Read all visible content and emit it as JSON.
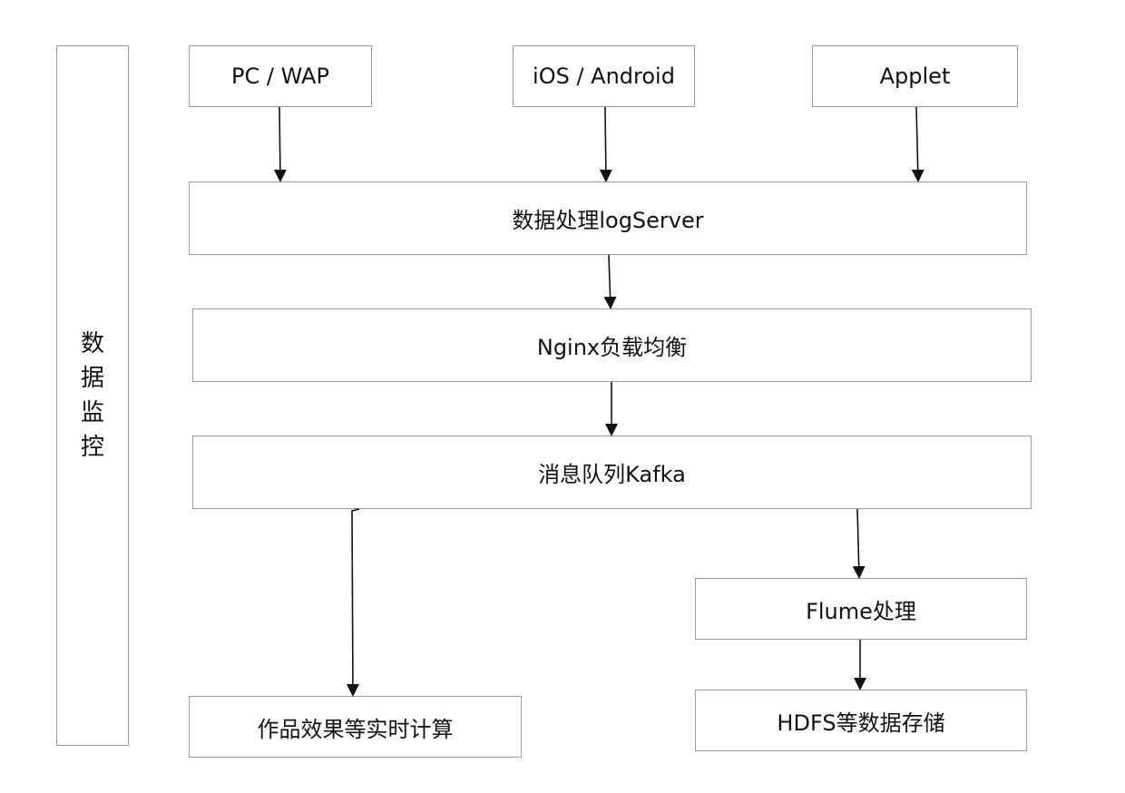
{
  "side_panel": {
    "chars": [
      "数",
      "据",
      "监",
      "控"
    ]
  },
  "sources": {
    "pc": "PC / WAP",
    "mobile": "iOS / Android",
    "applet": "Applet"
  },
  "pipeline": {
    "log_server": "数据处理logServer",
    "nginx": "Nginx负载均衡",
    "kafka": "消息队列Kafka"
  },
  "outputs": {
    "realtime": "作品效果等实时计算",
    "flume": "Flume处理",
    "storage": "HDFS等数据存储"
  },
  "colors": {
    "border": "#9a9a9a",
    "line": "#111111",
    "background": "#ffffff"
  }
}
